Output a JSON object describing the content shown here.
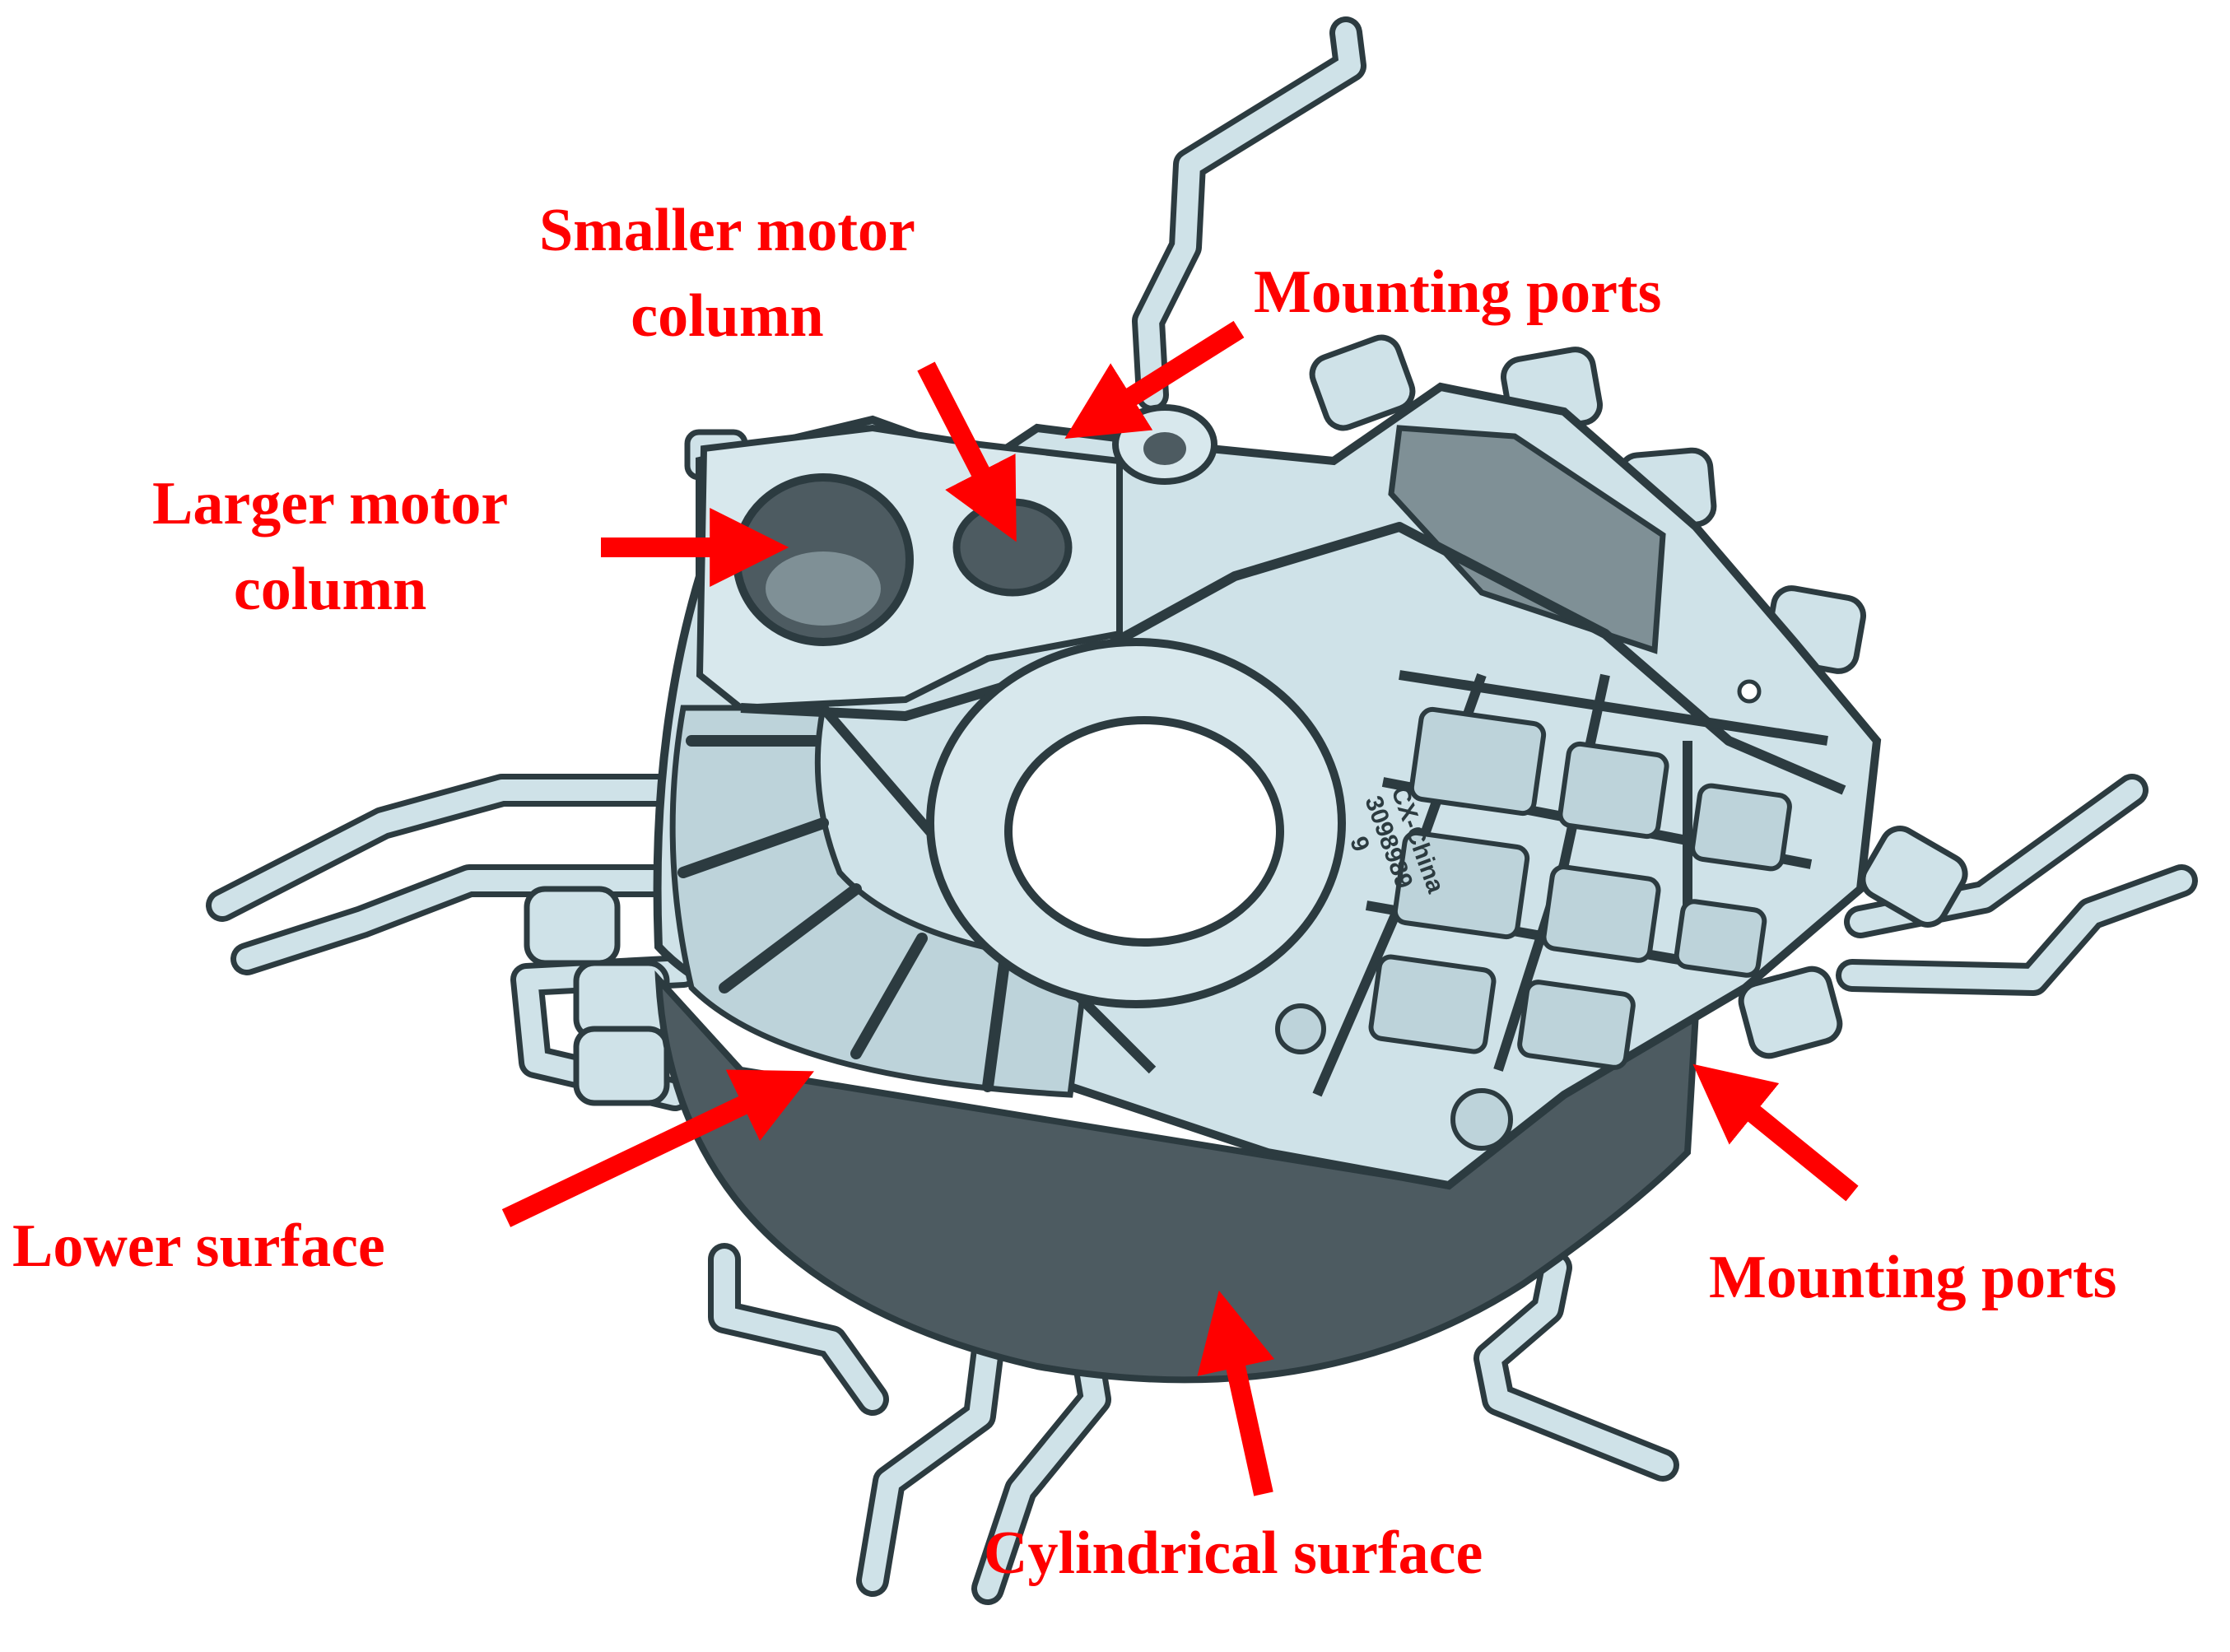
{
  "colors": {
    "label": "#ff0000",
    "part_fill": "#cfe2e8",
    "part_outline": "#2c3b40",
    "part_shadow": "#4d5b61",
    "rib_shade": "#a9c2ca"
  },
  "labels": {
    "smaller_motor_column": {
      "line1": "Smaller motor",
      "line2": "column"
    },
    "mounting_ports_top": "Mounting ports",
    "larger_motor_column": {
      "line1": "Larger motor",
      "line2": "column"
    },
    "lower_surface": "Lower surface",
    "mounting_ports_right": "Mounting ports",
    "cylindrical_surface": "Cylindrical surface"
  },
  "part_marking": [
    "CX-China",
    "3098989",
    "9"
  ]
}
